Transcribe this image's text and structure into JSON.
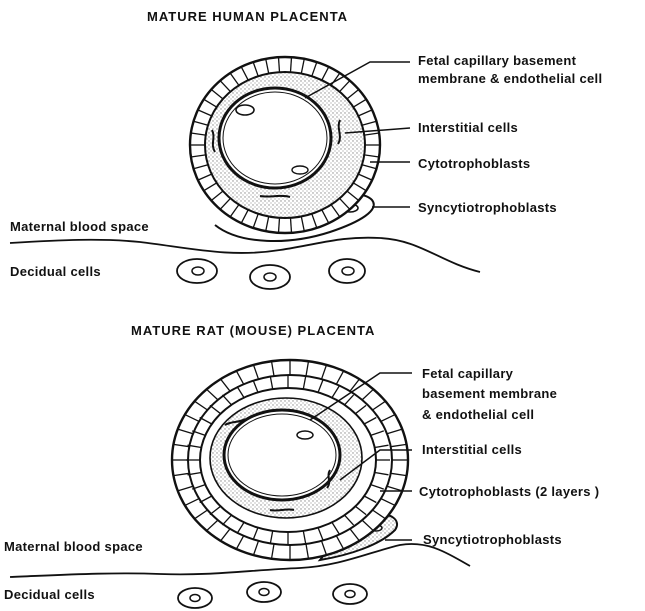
{
  "panels": [
    {
      "title": "MATURE HUMAN PLACENTA",
      "labels": {
        "fetal_line1": "Fetal capillary basement",
        "fetal_line2": "membrane & endothelial cell",
        "interstitial": "Interstitial cells",
        "cytotrophoblasts": "Cytotrophoblasts",
        "syncytiotrophoblasts": "Syncytiotrophoblasts",
        "maternal": "Maternal blood space",
        "decidual": "Decidual cells"
      }
    },
    {
      "title": "MATURE RAT (MOUSE) PLACENTA",
      "labels": {
        "fetal_line1": "Fetal capillary",
        "fetal_line2": "basement membrane",
        "fetal_line3": "& endothelial cell",
        "interstitial": "Interstitial cells",
        "cytotrophoblasts": "Cytotrophoblasts (2 layers )",
        "syncytiotrophoblasts": "Syncytiotrophoblasts",
        "maternal": "Maternal blood space",
        "decidual": "Decidual cells"
      }
    }
  ],
  "colors": {
    "ink": "#111111",
    "stipple": "#cfcfcf",
    "background": "#ffffff"
  }
}
